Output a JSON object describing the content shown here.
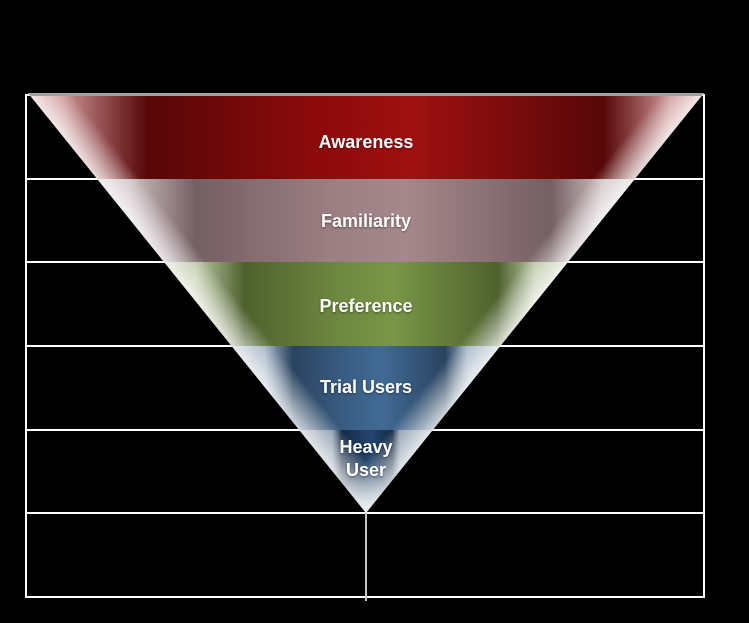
{
  "chart_data": {
    "type": "funnel",
    "orientation": "inverted-pyramid-3d",
    "title": "",
    "categories": [
      "Awareness",
      "Familiarity",
      "Preference",
      "Trial Users",
      "Heavy User"
    ],
    "stages": [
      {
        "label": "Awareness",
        "color": "#8D0A0B",
        "dark": "#570708",
        "light": "#CC9293",
        "highlight": "#9F1011"
      },
      {
        "label": "Familiarity",
        "color": "#9A7E82",
        "dark": "#745F62",
        "light": "#CDBFC1",
        "highlight": "#A6888C"
      },
      {
        "label": "Preference",
        "color": "#6E8840",
        "dark": "#4F622E",
        "light": "#B7C4A0",
        "highlight": "#799646"
      },
      {
        "label": "Trial Users",
        "color": "#3A5F85",
        "dark": "#2A4460",
        "light": "#9DAFC2",
        "highlight": "#416A95"
      },
      {
        "label": "Heavy User",
        "color": "#1E3C60",
        "dark": "#152A43",
        "light": "#8394A8",
        "highlight": "#23456E"
      }
    ],
    "legend": "none",
    "grid": {
      "visible": true,
      "rows": 6,
      "line_color": "#FFFFFF"
    },
    "background_color": "#000000",
    "label_color": "#FFFFFF",
    "cap_color": "#A2A2A2",
    "stem_color": "#C4C4C4"
  }
}
